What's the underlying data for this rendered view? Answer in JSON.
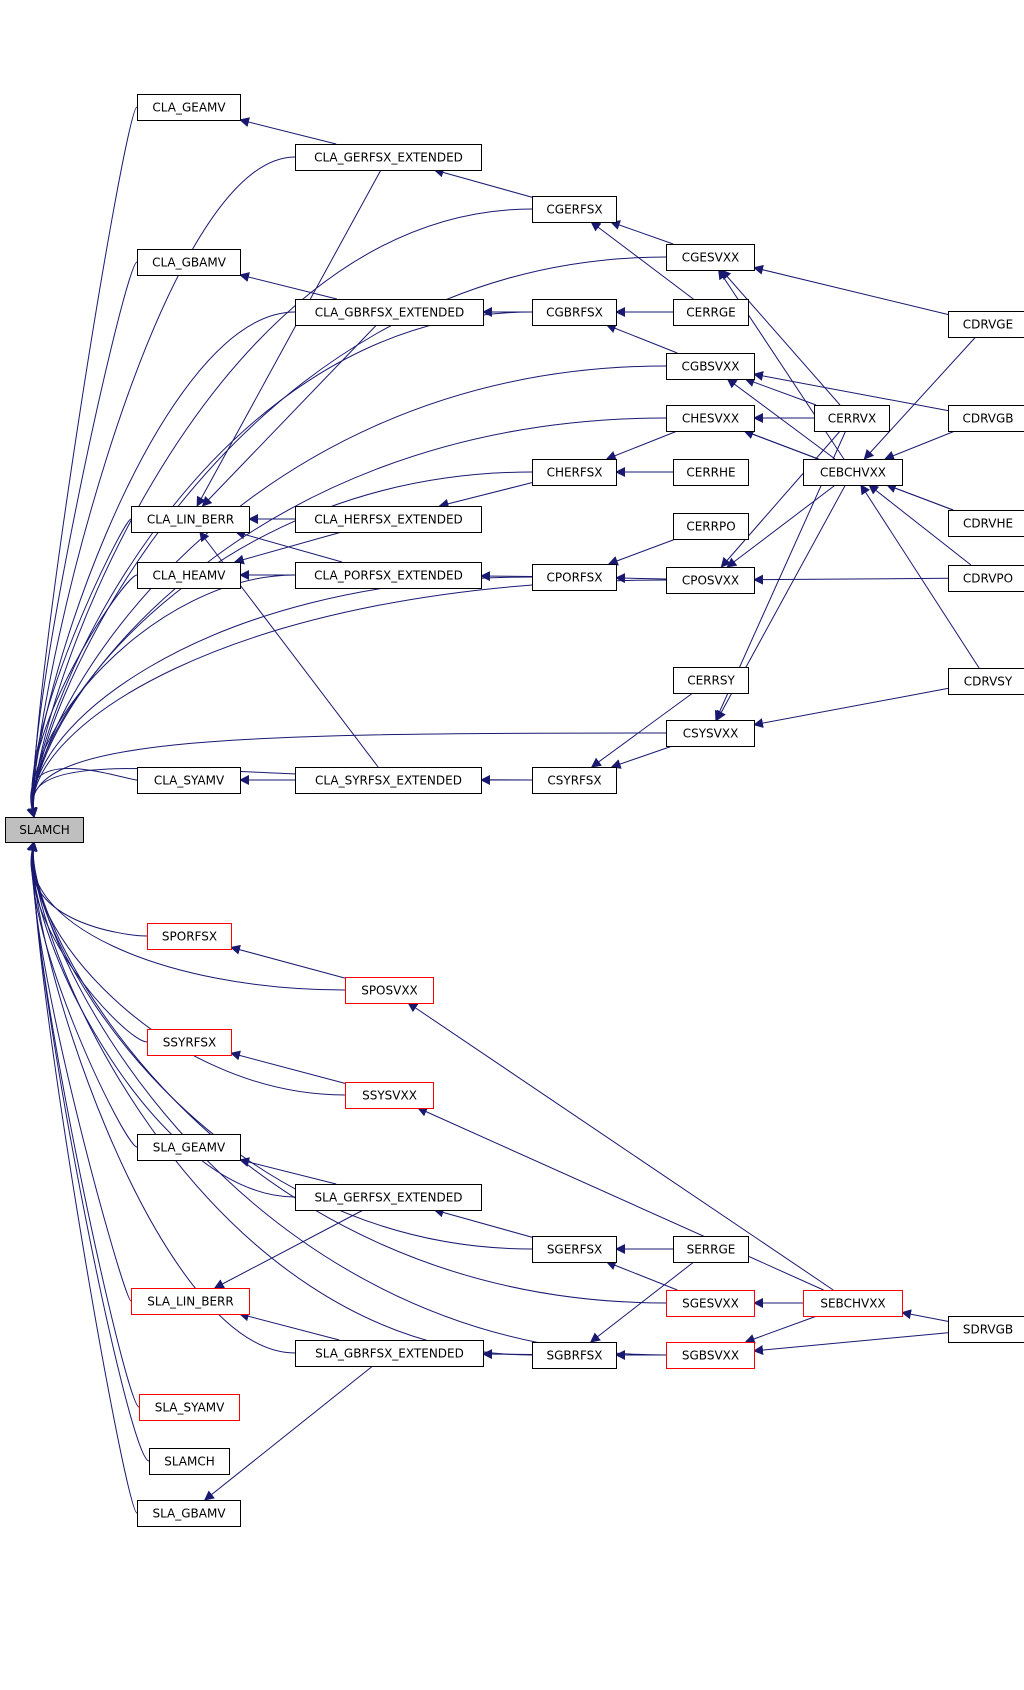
{
  "graph": {
    "colors": {
      "edge": "#191970",
      "normal_border": "#000000",
      "highlight_border": "#ff0000",
      "root_fill": "#bfbfbf"
    },
    "nodes": [
      {
        "id": "SLAMCH_ROOT",
        "label": "SLAMCH",
        "style": "root"
      },
      {
        "id": "CLA_GEAMV",
        "label": "CLA_GEAMV",
        "style": "normal"
      },
      {
        "id": "CLA_GERFSX_EXTENDED",
        "label": "CLA_GERFSX_EXTENDED",
        "style": "normal"
      },
      {
        "id": "CGERFSX",
        "label": "CGERFSX",
        "style": "normal"
      },
      {
        "id": "CGESVXX",
        "label": "CGESVXX",
        "style": "normal"
      },
      {
        "id": "CLA_GBAMV",
        "label": "CLA_GBAMV",
        "style": "normal"
      },
      {
        "id": "CLA_GBRFSX_EXTENDED",
        "label": "CLA_GBRFSX_EXTENDED",
        "style": "normal"
      },
      {
        "id": "CGBRFSX",
        "label": "CGBRFSX",
        "style": "normal"
      },
      {
        "id": "CERRGE",
        "label": "CERRGE",
        "style": "normal"
      },
      {
        "id": "CDRVGE",
        "label": "CDRVGE",
        "style": "normal"
      },
      {
        "id": "CGBSVXX",
        "label": "CGBSVXX",
        "style": "normal"
      },
      {
        "id": "CHESVXX",
        "label": "CHESVXX",
        "style": "normal"
      },
      {
        "id": "CERRVX",
        "label": "CERRVX",
        "style": "normal"
      },
      {
        "id": "CDRVGB",
        "label": "CDRVGB",
        "style": "normal"
      },
      {
        "id": "CHERFSX",
        "label": "CHERFSX",
        "style": "normal"
      },
      {
        "id": "CERRHE",
        "label": "CERRHE",
        "style": "normal"
      },
      {
        "id": "CEBCHVXX",
        "label": "CEBCHVXX",
        "style": "normal"
      },
      {
        "id": "CLA_LIN_BERR",
        "label": "CLA_LIN_BERR",
        "style": "normal"
      },
      {
        "id": "CLA_HERFSX_EXTENDED",
        "label": "CLA_HERFSX_EXTENDED",
        "style": "normal"
      },
      {
        "id": "CDRVHE",
        "label": "CDRVHE",
        "style": "normal"
      },
      {
        "id": "CERRPO",
        "label": "CERRPO",
        "style": "normal"
      },
      {
        "id": "CLA_HEAMV",
        "label": "CLA_HEAMV",
        "style": "normal"
      },
      {
        "id": "CLA_PORFSX_EXTENDED",
        "label": "CLA_PORFSX_EXTENDED",
        "style": "normal"
      },
      {
        "id": "CPORFSX",
        "label": "CPORFSX",
        "style": "normal"
      },
      {
        "id": "CPOSVXX",
        "label": "CPOSVXX",
        "style": "normal"
      },
      {
        "id": "CDRVPO",
        "label": "CDRVPO",
        "style": "normal"
      },
      {
        "id": "CERRSY",
        "label": "CERRSY",
        "style": "normal"
      },
      {
        "id": "CDRVSY",
        "label": "CDRVSY",
        "style": "normal"
      },
      {
        "id": "CSYSVXX",
        "label": "CSYSVXX",
        "style": "normal"
      },
      {
        "id": "CLA_SYAMV",
        "label": "CLA_SYAMV",
        "style": "normal"
      },
      {
        "id": "CLA_SYRFSX_EXTENDED",
        "label": "CLA_SYRFSX_EXTENDED",
        "style": "normal"
      },
      {
        "id": "CSYRFSX",
        "label": "CSYRFSX",
        "style": "normal"
      },
      {
        "id": "SPORFSX",
        "label": "SPORFSX",
        "style": "red"
      },
      {
        "id": "SPOSVXX",
        "label": "SPOSVXX",
        "style": "red"
      },
      {
        "id": "SSYRFSX",
        "label": "SSYRFSX",
        "style": "red"
      },
      {
        "id": "SSYSVXX",
        "label": "SSYSVXX",
        "style": "red"
      },
      {
        "id": "SLA_GEAMV",
        "label": "SLA_GEAMV",
        "style": "normal"
      },
      {
        "id": "SLA_GERFSX_EXTENDED",
        "label": "SLA_GERFSX_EXTENDED",
        "style": "normal"
      },
      {
        "id": "SGERFSX",
        "label": "SGERFSX",
        "style": "normal"
      },
      {
        "id": "SERRGE",
        "label": "SERRGE",
        "style": "normal"
      },
      {
        "id": "SLA_LIN_BERR",
        "label": "SLA_LIN_BERR",
        "style": "red"
      },
      {
        "id": "SGESVXX",
        "label": "SGESVXX",
        "style": "red"
      },
      {
        "id": "SEBCHVXX",
        "label": "SEBCHVXX",
        "style": "red"
      },
      {
        "id": "SLA_GBRFSX_EXTENDED",
        "label": "SLA_GBRFSX_EXTENDED",
        "style": "normal"
      },
      {
        "id": "SGBRFSX",
        "label": "SGBRFSX",
        "style": "normal"
      },
      {
        "id": "SGBSVXX",
        "label": "SGBSVXX",
        "style": "red"
      },
      {
        "id": "SDRVGB",
        "label": "SDRVGB",
        "style": "normal"
      },
      {
        "id": "SLA_SYAMV",
        "label": "SLA_SYAMV",
        "style": "red"
      },
      {
        "id": "SLAMCH_LEAF",
        "label": "SLAMCH",
        "style": "normal"
      },
      {
        "id": "SLA_GBAMV",
        "label": "SLA_GBAMV",
        "style": "normal"
      }
    ],
    "edges": [
      [
        "CLA_GERFSX_EXTENDED",
        "CLA_GEAMV"
      ],
      [
        "CGERFSX",
        "CLA_GERFSX_EXTENDED"
      ],
      [
        "CGESVXX",
        "CGERFSX"
      ],
      [
        "CERRGE",
        "CGERFSX"
      ],
      [
        "CDRVGE",
        "CGESVXX"
      ],
      [
        "CERRVX",
        "CGESVXX"
      ],
      [
        "CEBCHVXX",
        "CGESVXX"
      ],
      [
        "CLA_GBRFSX_EXTENDED",
        "CLA_GBAMV"
      ],
      [
        "CGBRFSX",
        "CLA_GBRFSX_EXTENDED"
      ],
      [
        "CERRGE",
        "CGBRFSX"
      ],
      [
        "CGBSVXX",
        "CGBRFSX"
      ],
      [
        "CDRVGB",
        "CGBSVXX"
      ],
      [
        "CERRVX",
        "CGBSVXX"
      ],
      [
        "CEBCHVXX",
        "CGBSVXX"
      ],
      [
        "CERRVX",
        "CHESVXX"
      ],
      [
        "CEBCHVXX",
        "CHESVXX"
      ],
      [
        "CDRVHE",
        "CHESVXX"
      ],
      [
        "CHESVXX",
        "CHERFSX"
      ],
      [
        "CERRHE",
        "CHERFSX"
      ],
      [
        "CHERFSX",
        "CLA_HERFSX_EXTENDED"
      ],
      [
        "CLA_HERFSX_EXTENDED",
        "CLA_LIN_BERR"
      ],
      [
        "CLA_GERFSX_EXTENDED",
        "CLA_LIN_BERR"
      ],
      [
        "CLA_GBRFSX_EXTENDED",
        "CLA_LIN_BERR"
      ],
      [
        "CLA_PORFSX_EXTENDED",
        "CLA_LIN_BERR"
      ],
      [
        "CLA_SYRFSX_EXTENDED",
        "CLA_LIN_BERR"
      ],
      [
        "CLA_PORFSX_EXTENDED",
        "CLA_HEAMV"
      ],
      [
        "CLA_HERFSX_EXTENDED",
        "CLA_HEAMV"
      ],
      [
        "CPORFSX",
        "CLA_PORFSX_EXTENDED"
      ],
      [
        "CERRPO",
        "CPORFSX"
      ],
      [
        "CPOSVXX",
        "CPORFSX"
      ],
      [
        "CDRVPO",
        "CPOSVXX"
      ],
      [
        "CERRVX",
        "CPOSVXX"
      ],
      [
        "CEBCHVXX",
        "CPOSVXX"
      ],
      [
        "CDRVGE",
        "CEBCHVXX"
      ],
      [
        "CDRVGB",
        "CEBCHVXX"
      ],
      [
        "CDRVHE",
        "CEBCHVXX"
      ],
      [
        "CDRVPO",
        "CEBCHVXX"
      ],
      [
        "CDRVSY",
        "CEBCHVXX"
      ],
      [
        "CDRVSY",
        "CSYSVXX"
      ],
      [
        "CERRVX",
        "CSYSVXX"
      ],
      [
        "CEBCHVXX",
        "CSYSVXX"
      ],
      [
        "CSYSVXX",
        "CSYRFSX"
      ],
      [
        "CERRSY",
        "CSYRFSX"
      ],
      [
        "CSYRFSX",
        "CLA_SYRFSX_EXTENDED"
      ],
      [
        "CLA_SYRFSX_EXTENDED",
        "CLA_SYAMV"
      ],
      [
        "SPOSVXX",
        "SPORFSX"
      ],
      [
        "SEBCHVXX",
        "SPOSVXX"
      ],
      [
        "SSYSVXX",
        "SSYRFSX"
      ],
      [
        "SEBCHVXX",
        "SSYSVXX"
      ],
      [
        "SLA_GERFSX_EXTENDED",
        "SLA_GEAMV"
      ],
      [
        "SGERFSX",
        "SLA_GERFSX_EXTENDED"
      ],
      [
        "SERRGE",
        "SGERFSX"
      ],
      [
        "SGESVXX",
        "SGERFSX"
      ],
      [
        "SLA_GERFSX_EXTENDED",
        "SLA_LIN_BERR"
      ],
      [
        "SLA_GBRFSX_EXTENDED",
        "SLA_LIN_BERR"
      ],
      [
        "SEBCHVXX",
        "SGESVXX"
      ],
      [
        "SDRVGB",
        "SEBCHVXX"
      ],
      [
        "SGBRFSX",
        "SLA_GBRFSX_EXTENDED"
      ],
      [
        "SERRGE",
        "SGBRFSX"
      ],
      [
        "SGBSVXX",
        "SGBRFSX"
      ],
      [
        "SEBCHVXX",
        "SGBSVXX"
      ],
      [
        "SDRVGB",
        "SGBSVXX"
      ],
      [
        "SLA_GBRFSX_EXTENDED",
        "SLA_GBAMV"
      ],
      [
        "CLA_GEAMV",
        "SLAMCH_ROOT"
      ],
      [
        "CLA_GERFSX_EXTENDED",
        "SLAMCH_ROOT"
      ],
      [
        "CGERFSX",
        "SLAMCH_ROOT"
      ],
      [
        "CGESVXX",
        "SLAMCH_ROOT"
      ],
      [
        "CLA_GBAMV",
        "SLAMCH_ROOT"
      ],
      [
        "CLA_GBRFSX_EXTENDED",
        "SLAMCH_ROOT"
      ],
      [
        "CGBRFSX",
        "SLAMCH_ROOT"
      ],
      [
        "CGBSVXX",
        "SLAMCH_ROOT"
      ],
      [
        "CHESVXX",
        "SLAMCH_ROOT"
      ],
      [
        "CHERFSX",
        "SLAMCH_ROOT"
      ],
      [
        "CLA_LIN_BERR",
        "SLAMCH_ROOT"
      ],
      [
        "CLA_HEAMV",
        "SLAMCH_ROOT"
      ],
      [
        "CLA_PORFSX_EXTENDED",
        "SLAMCH_ROOT"
      ],
      [
        "CPORFSX",
        "SLAMCH_ROOT"
      ],
      [
        "CPOSVXX",
        "SLAMCH_ROOT"
      ],
      [
        "CLA_SYAMV",
        "SLAMCH_ROOT"
      ],
      [
        "CSYRFSX",
        "SLAMCH_ROOT"
      ],
      [
        "CSYSVXX",
        "SLAMCH_ROOT"
      ],
      [
        "SPORFSX",
        "SLAMCH_ROOT"
      ],
      [
        "SPOSVXX",
        "SLAMCH_ROOT"
      ],
      [
        "SSYRFSX",
        "SLAMCH_ROOT"
      ],
      [
        "SSYSVXX",
        "SLAMCH_ROOT"
      ],
      [
        "SLA_GEAMV",
        "SLAMCH_ROOT"
      ],
      [
        "SLA_GERFSX_EXTENDED",
        "SLAMCH_ROOT"
      ],
      [
        "SGERFSX",
        "SLAMCH_ROOT"
      ],
      [
        "SLA_LIN_BERR",
        "SLAMCH_ROOT"
      ],
      [
        "SLA_GBRFSX_EXTENDED",
        "SLAMCH_ROOT"
      ],
      [
        "SGBRFSX",
        "SLAMCH_ROOT"
      ],
      [
        "SLA_SYAMV",
        "SLAMCH_ROOT"
      ],
      [
        "SLAMCH_LEAF",
        "SLAMCH_ROOT"
      ],
      [
        "SLA_GBAMV",
        "SLAMCH_ROOT"
      ],
      [
        "SGESVXX",
        "SLAMCH_ROOT"
      ],
      [
        "SGBSVXX",
        "SLAMCH_ROOT"
      ]
    ]
  }
}
